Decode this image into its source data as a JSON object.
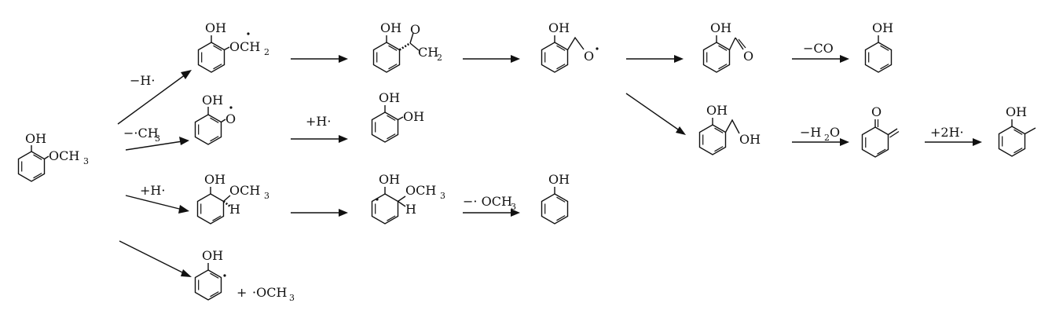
{
  "labels": {
    "oh": "OH",
    "och": "OCH",
    "och3": "OCH",
    "ch2": "CH",
    "o_atom": "O",
    "h_atom": "H",
    "sub2": "2",
    "sub3": "3",
    "plus": "+",
    "och3_radical": "·OCH"
  },
  "arrow_labels": {
    "minus_h": "−H·",
    "minus_ch3": "−·CH",
    "plus_h_bottom": "+H·",
    "plus_h_top": "+H·",
    "minus_och3": "−· OCH",
    "minus_co": "−CO",
    "minus_h2o": "−H",
    "minus_h2o_tail": "O",
    "plus_2h": "+2H·"
  },
  "colors": {
    "ink": "#111111",
    "background": "#ffffff"
  }
}
